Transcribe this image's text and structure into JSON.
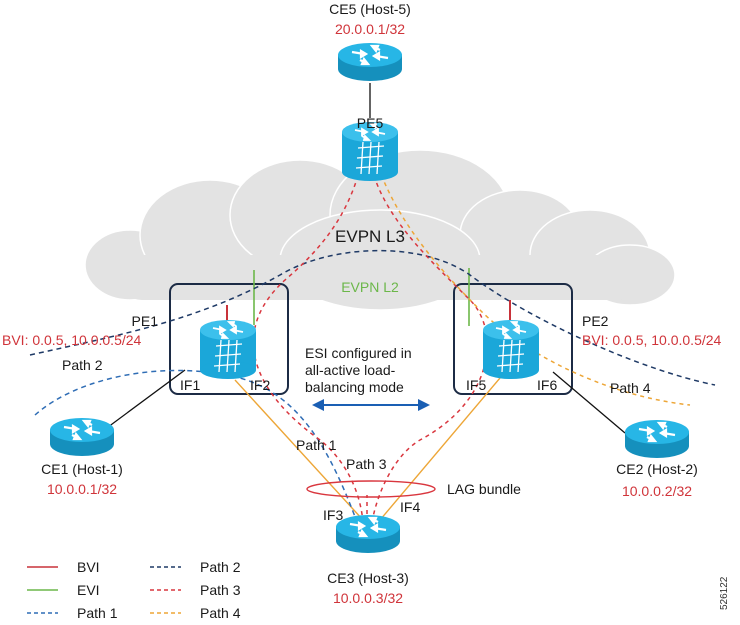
{
  "colors": {
    "bvi": "#c8323a",
    "evi": "#6cb74a",
    "path1": "#2f6db5",
    "path2": "#1f3a66",
    "path3": "#d9363e",
    "path4": "#eda637",
    "lag_link": "#eda637",
    "router": "#1ba7d9",
    "box": "#1c2b45",
    "cloud": "#e3e3e3"
  },
  "nodes": {
    "ce5": {
      "name": "CE5 (Host-5)",
      "ip": "20.0.0.1/32"
    },
    "pe5": {
      "name": "PE5"
    },
    "pe1": {
      "name": "PE1",
      "bvi": "BVI: 0.0.5, 10.0.0.5/24"
    },
    "pe2": {
      "name": "PE2",
      "bvi": "BVI: 0.0.5, 10.0.0.5/24"
    },
    "ce1": {
      "name": "CE1 (Host-1)",
      "ip": "10.0.0.1/32"
    },
    "ce2": {
      "name": "CE2 (Host-2)",
      "ip": "10.0.0.2/32"
    },
    "ce3": {
      "name": "CE3 (Host-3)",
      "ip": "10.0.0.3/32"
    }
  },
  "interfaces": {
    "if1": "IF1",
    "if2": "IF2",
    "if3": "IF3",
    "if4": "IF4",
    "if5": "IF5",
    "if6": "IF6"
  },
  "labels": {
    "evpn_l3": "EVPN L3",
    "evpn_l2": "EVPN L2",
    "esi_line1": "ESI configured in",
    "esi_line2": "all-active load-",
    "esi_line3": "balancing mode",
    "lag_bundle": "LAG bundle",
    "path1": "Path 1",
    "path2": "Path 2",
    "path3": "Path 3",
    "path4": "Path 4"
  },
  "legend": [
    {
      "label": "BVI",
      "style": "solid",
      "color_key": "bvi"
    },
    {
      "label": "EVI",
      "style": "solid",
      "color_key": "evi"
    },
    {
      "label": "Path 1",
      "style": "dashed",
      "color_key": "path1"
    },
    {
      "label": "Path 2",
      "style": "dashed",
      "color_key": "path2"
    },
    {
      "label": "Path 3",
      "style": "dashed",
      "color_key": "path3"
    },
    {
      "label": "Path 4",
      "style": "dashed",
      "color_key": "path4"
    }
  ],
  "figure_id": "526122"
}
